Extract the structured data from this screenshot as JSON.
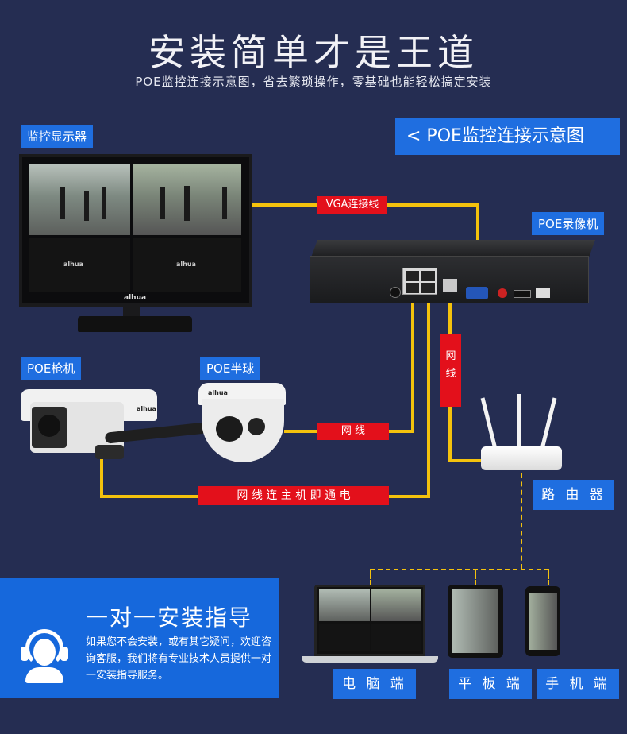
{
  "header": {
    "title": "安装简单才是王道",
    "subtitle": "POE监控连接示意图，省去繁琐操作，零基础也能轻松搞定安装"
  },
  "diagram_tag": "<  POE监控连接示意图",
  "labels": {
    "monitor": "监控显示器",
    "nvr": "POE录像机",
    "bullet_camera": "POE枪机",
    "dome_camera": "POE半球",
    "router": "路 由 器"
  },
  "cables": {
    "vga": "VGA连接线",
    "net1": "网  线",
    "net2_line1": "网",
    "net2_line2": "线",
    "net_power": "网 线 连 主 机 即 通 电"
  },
  "brand": "alhua",
  "guide": {
    "title": "一对一安装指导",
    "text": "如果您不会安装，或有其它疑问，欢迎咨询客服，我们将有专业技术人员提供一对一安装指导服务。"
  },
  "devices": {
    "pc": "电 脑 端",
    "tablet": "平 板 端",
    "phone": "手 机 端"
  },
  "colors": {
    "background": "#252d52",
    "accent_blue": "#1f6ee0",
    "accent_red": "#e3101b",
    "cable_yellow": "#f4c20d"
  }
}
